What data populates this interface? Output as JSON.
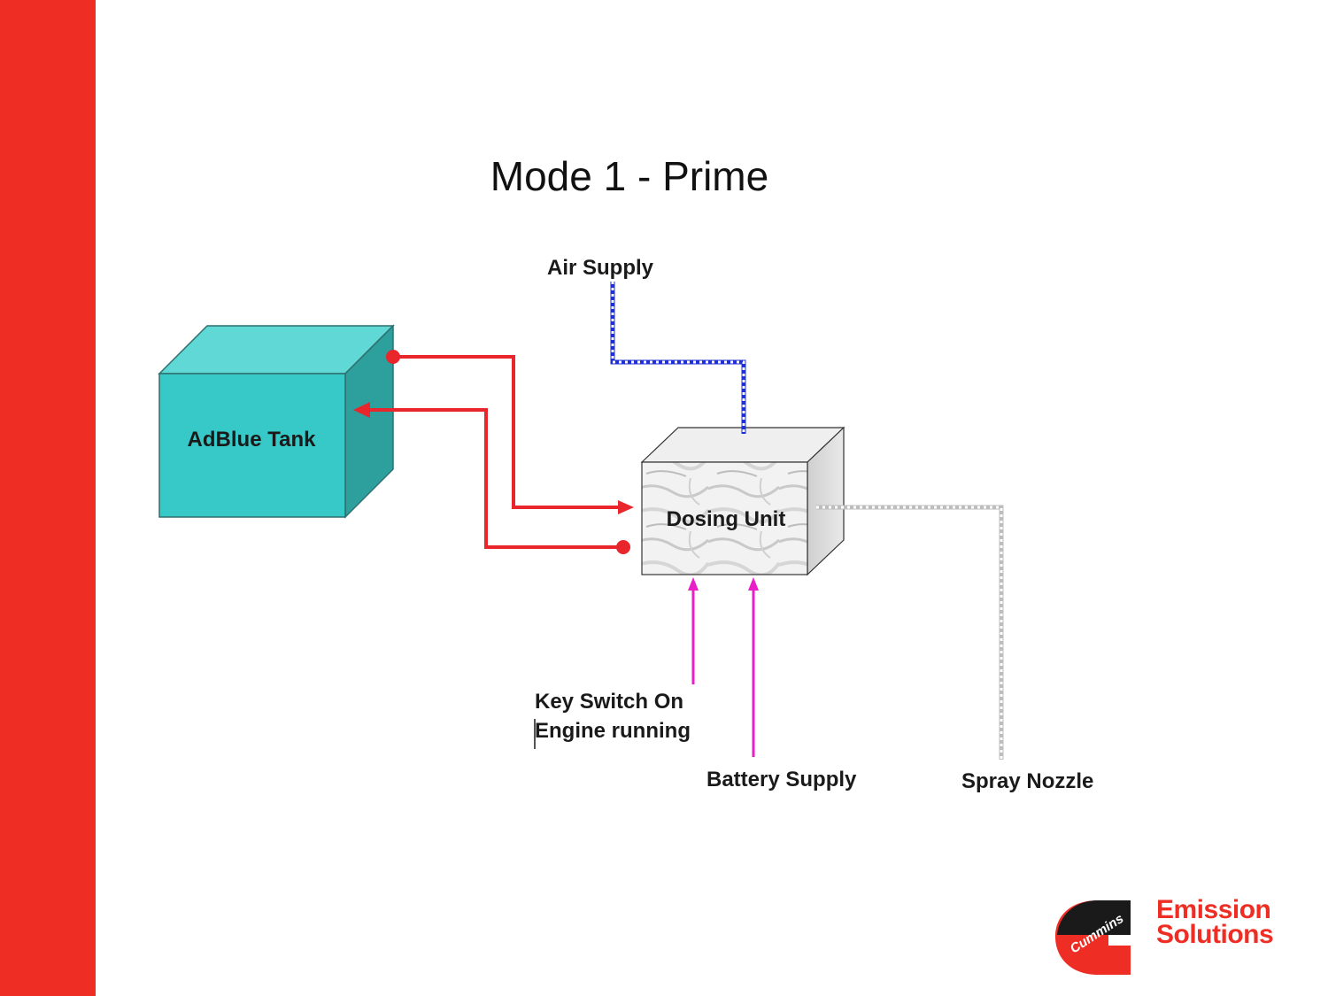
{
  "slide": {
    "title": "Mode 1 - Prime",
    "accent_color": "#ee2e24"
  },
  "diagram": {
    "tank_label": "AdBlue Tank",
    "dosing_label": "Dosing Unit",
    "air_label": "Air Supply",
    "key_line1": "Key Switch On",
    "key_line2": "Engine running",
    "battery_label": "Battery Supply",
    "spray_label": "Spray Nozzle",
    "colors": {
      "tank": "#37c8c8",
      "adblue_line": "#e8262b",
      "air_line": "#1f2fd6",
      "electrical_line": "#e81ec8",
      "spray_line": "#c8c8c8"
    }
  },
  "logo": {
    "brand_arc_text": "Cummins",
    "line1": "Emission",
    "line2": "Solutions"
  }
}
